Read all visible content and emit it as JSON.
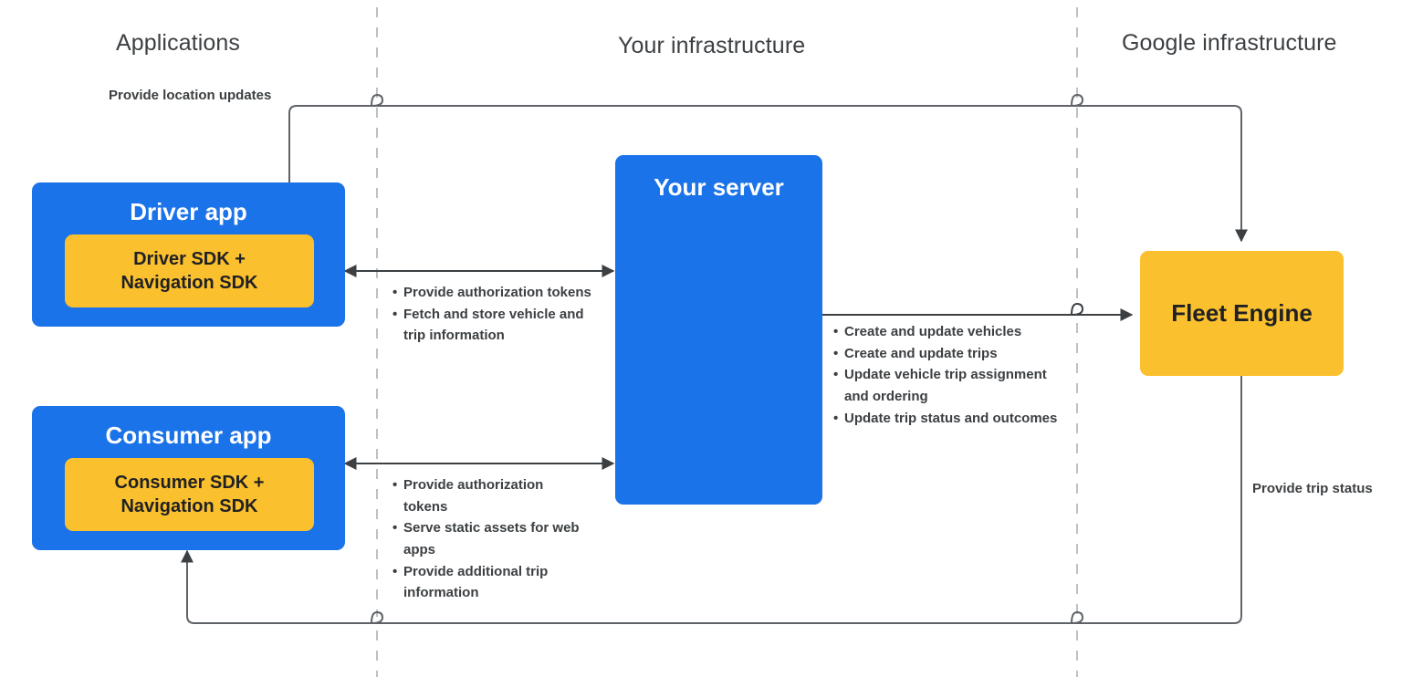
{
  "zones": [
    {
      "id": "applications",
      "label": "Applications"
    },
    {
      "id": "your-infrastructure",
      "label": "Your infrastructure"
    },
    {
      "id": "google-infrastructure",
      "label": "Google infrastructure"
    }
  ],
  "nodes": {
    "driver_app": {
      "title": "Driver app",
      "sdk_line1": "Driver SDK +",
      "sdk_line2": "Navigation SDK"
    },
    "consumer_app": {
      "title": "Consumer app",
      "sdk_line1": "Consumer SDK +",
      "sdk_line2": "Navigation SDK"
    },
    "your_server": {
      "title": "Your server"
    },
    "fleet_engine": {
      "title": "Fleet Engine"
    }
  },
  "edges": {
    "location_updates": {
      "label": "Provide location updates"
    },
    "trip_status": {
      "label": "Provide trip status"
    },
    "driver_server": {
      "bullets": [
        "Provide authorization tokens",
        "Fetch and store vehicle and trip information"
      ]
    },
    "consumer_server": {
      "bullets": [
        "Provide authorization tokens",
        "Serve static assets for web apps",
        "Provide additional trip information"
      ]
    },
    "server_fleet": {
      "bullets": [
        "Create and update vehicles",
        "Create and update trips",
        "Update vehicle trip assignment and ordering",
        "Update trip status and outcomes"
      ]
    }
  },
  "colors": {
    "app_blue": "#1a73e8",
    "sdk_yellow": "#fbc02d",
    "engine_yellow": "#fbc02d",
    "text_dark": "#3c4043",
    "line_gray": "#5f6368",
    "divider_gray": "#bdc1c6",
    "background": "#ffffff"
  }
}
